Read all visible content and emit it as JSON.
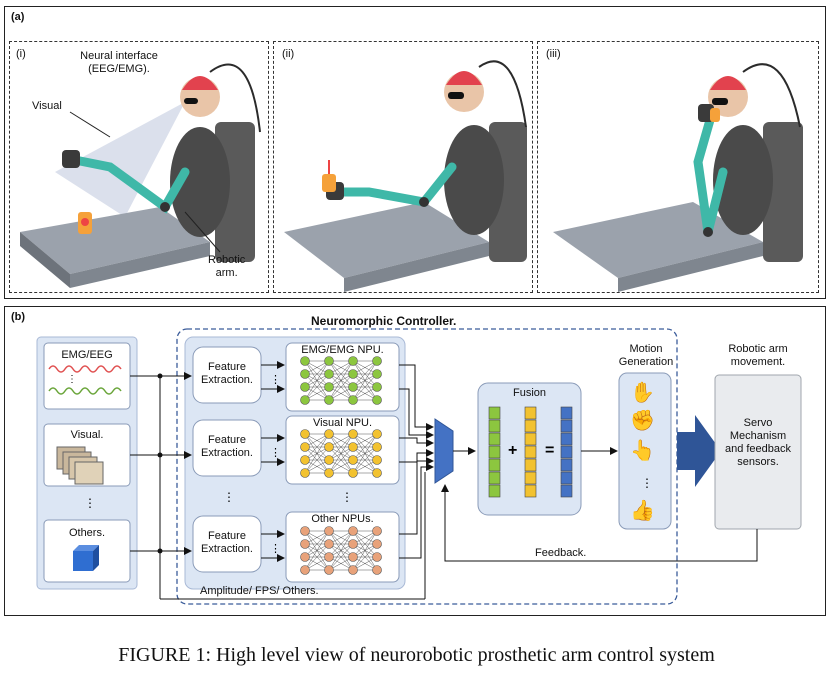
{
  "panel_a": {
    "label": "(a)",
    "scenes": [
      {
        "label": "(i)"
      },
      {
        "label": "(ii)"
      },
      {
        "label": "(iii)"
      }
    ],
    "annotations": {
      "neural_interface": "Neural interface",
      "neural_interface_sub": "(EEG/EMG).",
      "visual": "Visual",
      "robotic": "Robotic",
      "arm": "arm."
    }
  },
  "panel_b": {
    "label": "(b)",
    "title": "Neuromorphic Controller.",
    "inputs": {
      "emg": "EMG/EEG",
      "visual": "Visual.",
      "dots": "⋮",
      "others": "Others."
    },
    "feature_extraction": [
      "Feature",
      "Extraction."
    ],
    "npus": {
      "emg": "EMG/EMG NPU.",
      "visual": "Visual NPU.",
      "others": "Other NPUs."
    },
    "bottom_note": "Amplitude/ FPS/ Others.",
    "fusion": "Fusion",
    "motion_generation": [
      "Motion",
      "Generation"
    ],
    "robotic_arm_movement": [
      "Robotic arm",
      "movement."
    ],
    "servo": [
      "Servo",
      "Mechanism",
      "and feedback",
      "sensors."
    ],
    "feedback": "Feedback."
  },
  "caption": "FIGURE 1: High level view of neurorobotic prosthetic arm control system",
  "colors": {
    "emg_node": "#8cc63f",
    "visual_node": "#f2c230",
    "other_node": "#e8a27a",
    "blue_box": "#dce6f4",
    "dark_blue": "#2f5597",
    "fusion_green": "#8cc63f",
    "fusion_yellow": "#f2c230",
    "fusion_blue": "#4472c4",
    "teal_arm": "#3fb8a8"
  }
}
